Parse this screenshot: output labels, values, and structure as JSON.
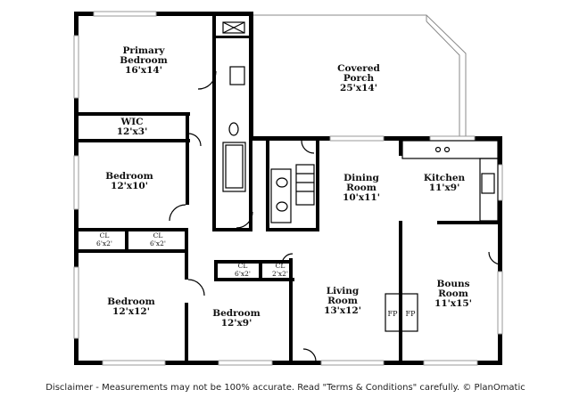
{
  "rooms": {
    "primary_bedroom": {
      "name_line1": "Primary",
      "name_line2": "Bedroom",
      "size": "16'x14'"
    },
    "wic": {
      "name": "WIC",
      "size": "12'x3'"
    },
    "covered_porch": {
      "name_line1": "Covered",
      "name_line2": "Porch",
      "size": "25'x14'"
    },
    "bedroom_1": {
      "name": "Bedroom",
      "size": "12'x10'"
    },
    "dining_room": {
      "name_line1": "Dining",
      "name_line2": "Room",
      "size": "10'x11'"
    },
    "kitchen": {
      "name": "Kitchen",
      "size": "11'x9'"
    },
    "cl_1": {
      "name": "CL",
      "size": "6'x2'"
    },
    "cl_2": {
      "name": "CL",
      "size": "6'x2'"
    },
    "cl_3": {
      "name": "CL",
      "size": "6'x2'"
    },
    "cl_4": {
      "name": "CL",
      "size": "2'x2'"
    },
    "bedroom_2": {
      "name": "Bedroom",
      "size": "12'x12'"
    },
    "bedroom_3": {
      "name": "Bedroom",
      "size": "12'x9'"
    },
    "living_room": {
      "name_line1": "Living",
      "name_line2": "Room",
      "size": "13'x12'"
    },
    "bonus_room": {
      "name_line1": "Bouns",
      "name_line2": "Room",
      "size": "11'x15'"
    }
  },
  "fireplace": {
    "left": "FP",
    "right": "FP"
  },
  "disclaimer": "Disclaimer - Measurements may not be 100% accurate. Read \"Terms & Conditions\" carefully. © PlanOmatic"
}
